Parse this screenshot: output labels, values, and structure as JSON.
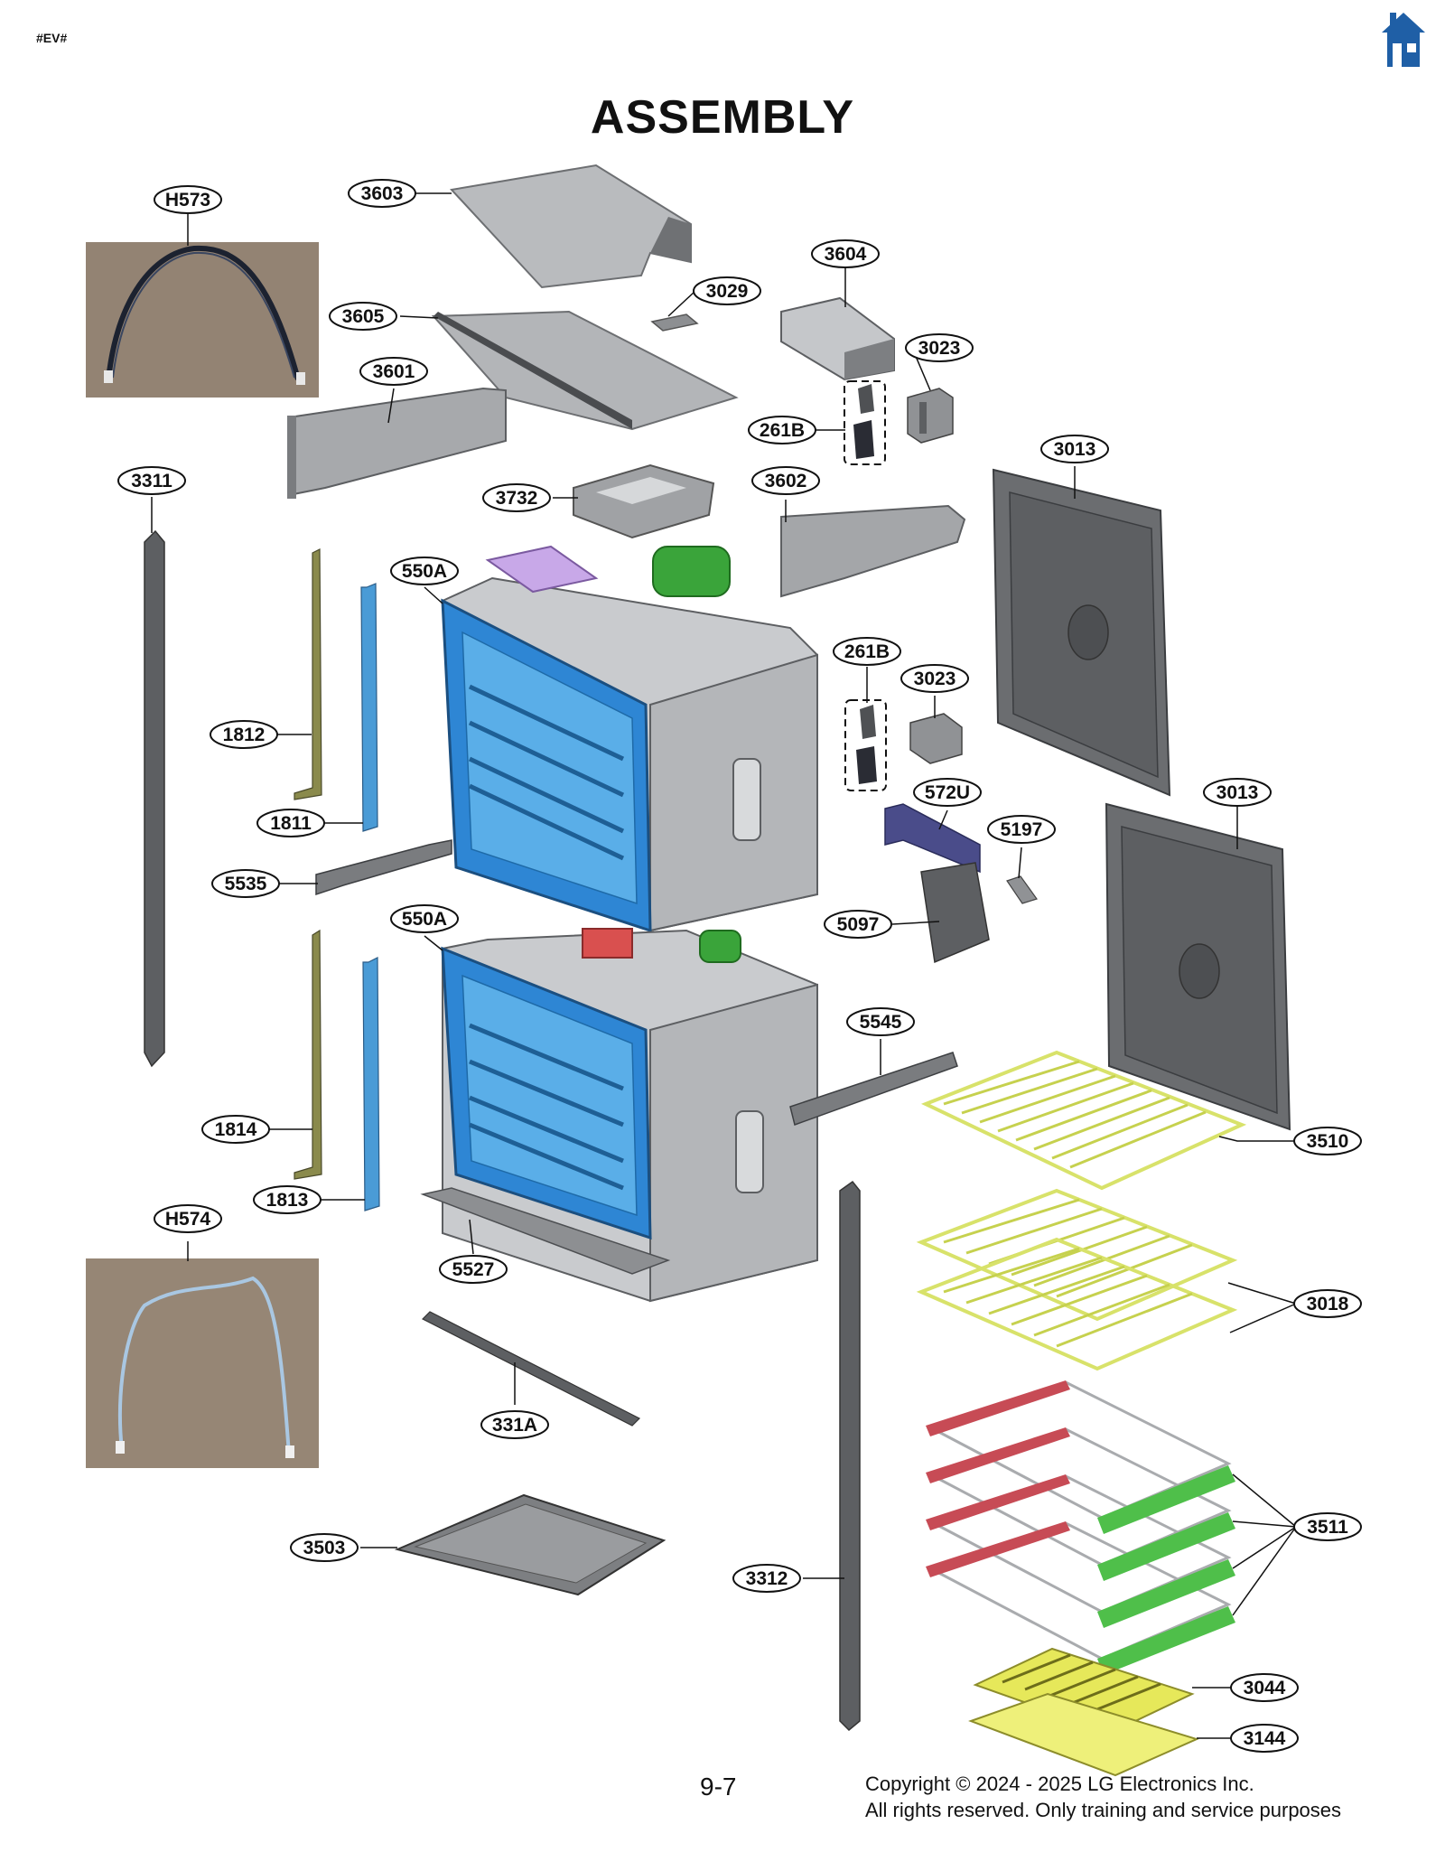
{
  "header": {
    "code": "#EV#",
    "title": "ASSEMBLY",
    "home_icon": "home-icon"
  },
  "footer": {
    "page_number": "9-7",
    "copyright_line1": "Copyright © 2024 - 2025 LG Electronics Inc.",
    "copyright_line2": "All rights reserved. Only training and service purposes"
  },
  "colors": {
    "cavity_blue": "#2e86d4",
    "rack_yellow": "#d8e26a",
    "rail_red": "#c74b55",
    "rail_green": "#4fbf4a",
    "motor_green": "#3aa43a",
    "metal_gray": "#8d8f92",
    "dark_gray": "#5d5f62",
    "home_blue": "#1f5fa6"
  },
  "labels": [
    "H573",
    "3603",
    "3604",
    "3029",
    "3605",
    "3023",
    "3601",
    "261B",
    "3311",
    "3013",
    "3732",
    "3602",
    "550A",
    "261B",
    "3023",
    "1812",
    "3013",
    "572U",
    "1811",
    "5197",
    "5535",
    "5097",
    "550A",
    "5545",
    "3510",
    "1814",
    "1813",
    "H574",
    "3018",
    "5527",
    "331A",
    "3511",
    "3503",
    "3312",
    "3044",
    "3144"
  ]
}
